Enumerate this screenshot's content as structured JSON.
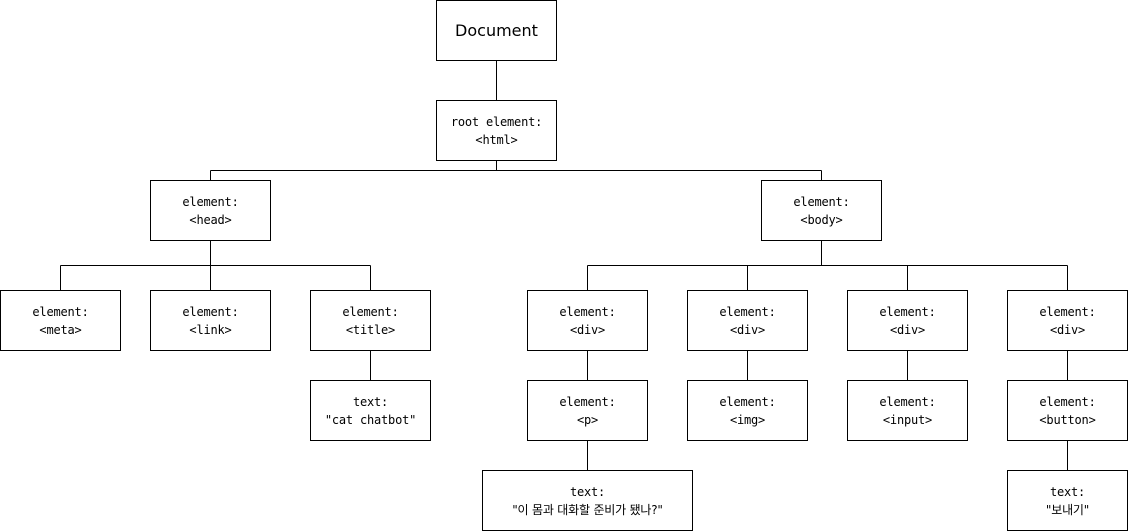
{
  "diagram": {
    "nodes": {
      "document": {
        "lines": [
          "Document"
        ]
      },
      "html": {
        "lines": [
          "root element:",
          "<html>"
        ]
      },
      "head": {
        "lines": [
          "element:",
          "<head>"
        ]
      },
      "body": {
        "lines": [
          "element:",
          "<body>"
        ]
      },
      "meta": {
        "lines": [
          "element:",
          "<meta>"
        ]
      },
      "link": {
        "lines": [
          "element:",
          "<link>"
        ]
      },
      "title": {
        "lines": [
          "element:",
          "<title>"
        ]
      },
      "title_text": {
        "lines": [
          "text:",
          "\"cat chatbot\""
        ]
      },
      "div1": {
        "lines": [
          "element:",
          "<div>"
        ]
      },
      "p": {
        "lines": [
          "element:",
          "<p>"
        ]
      },
      "p_text": {
        "lines": [
          "text:",
          "\"이 몸과 대화할 준비가 됐나?\""
        ]
      },
      "div2": {
        "lines": [
          "element:",
          "<div>"
        ]
      },
      "img": {
        "lines": [
          "element:",
          "<img>"
        ]
      },
      "div3": {
        "lines": [
          "element:",
          "<div>"
        ]
      },
      "input": {
        "lines": [
          "element:",
          "<input>"
        ]
      },
      "div4": {
        "lines": [
          "element:",
          "<div>"
        ]
      },
      "button": {
        "lines": [
          "element:",
          "<button>"
        ]
      },
      "button_text": {
        "lines": [
          "text:",
          "\"보내기\""
        ]
      }
    }
  }
}
